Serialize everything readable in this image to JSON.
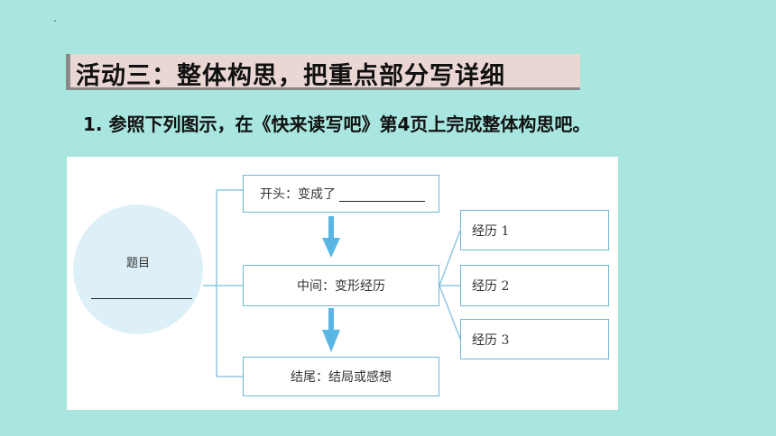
{
  "title": "活动三：整体构思，把重点部分写详细",
  "instruction": "1. 参照下列图示，在《快来读写吧》第4页上完成整体构思吧。",
  "diagram": {
    "circle_label": "题目",
    "box_begin": "开头：变成了",
    "box_middle": "中间：变形经历",
    "box_end": "结尾：结局或感想",
    "exp1": "经历 1",
    "exp2": "经历 2",
    "exp3": "经历 3"
  },
  "colors": {
    "background": "#a8e6df",
    "title_bar": "#ead7d4",
    "box_border": "#6fb6d4",
    "arrow": "#5ab7e3",
    "circle_fill": "#ddf0f8"
  }
}
